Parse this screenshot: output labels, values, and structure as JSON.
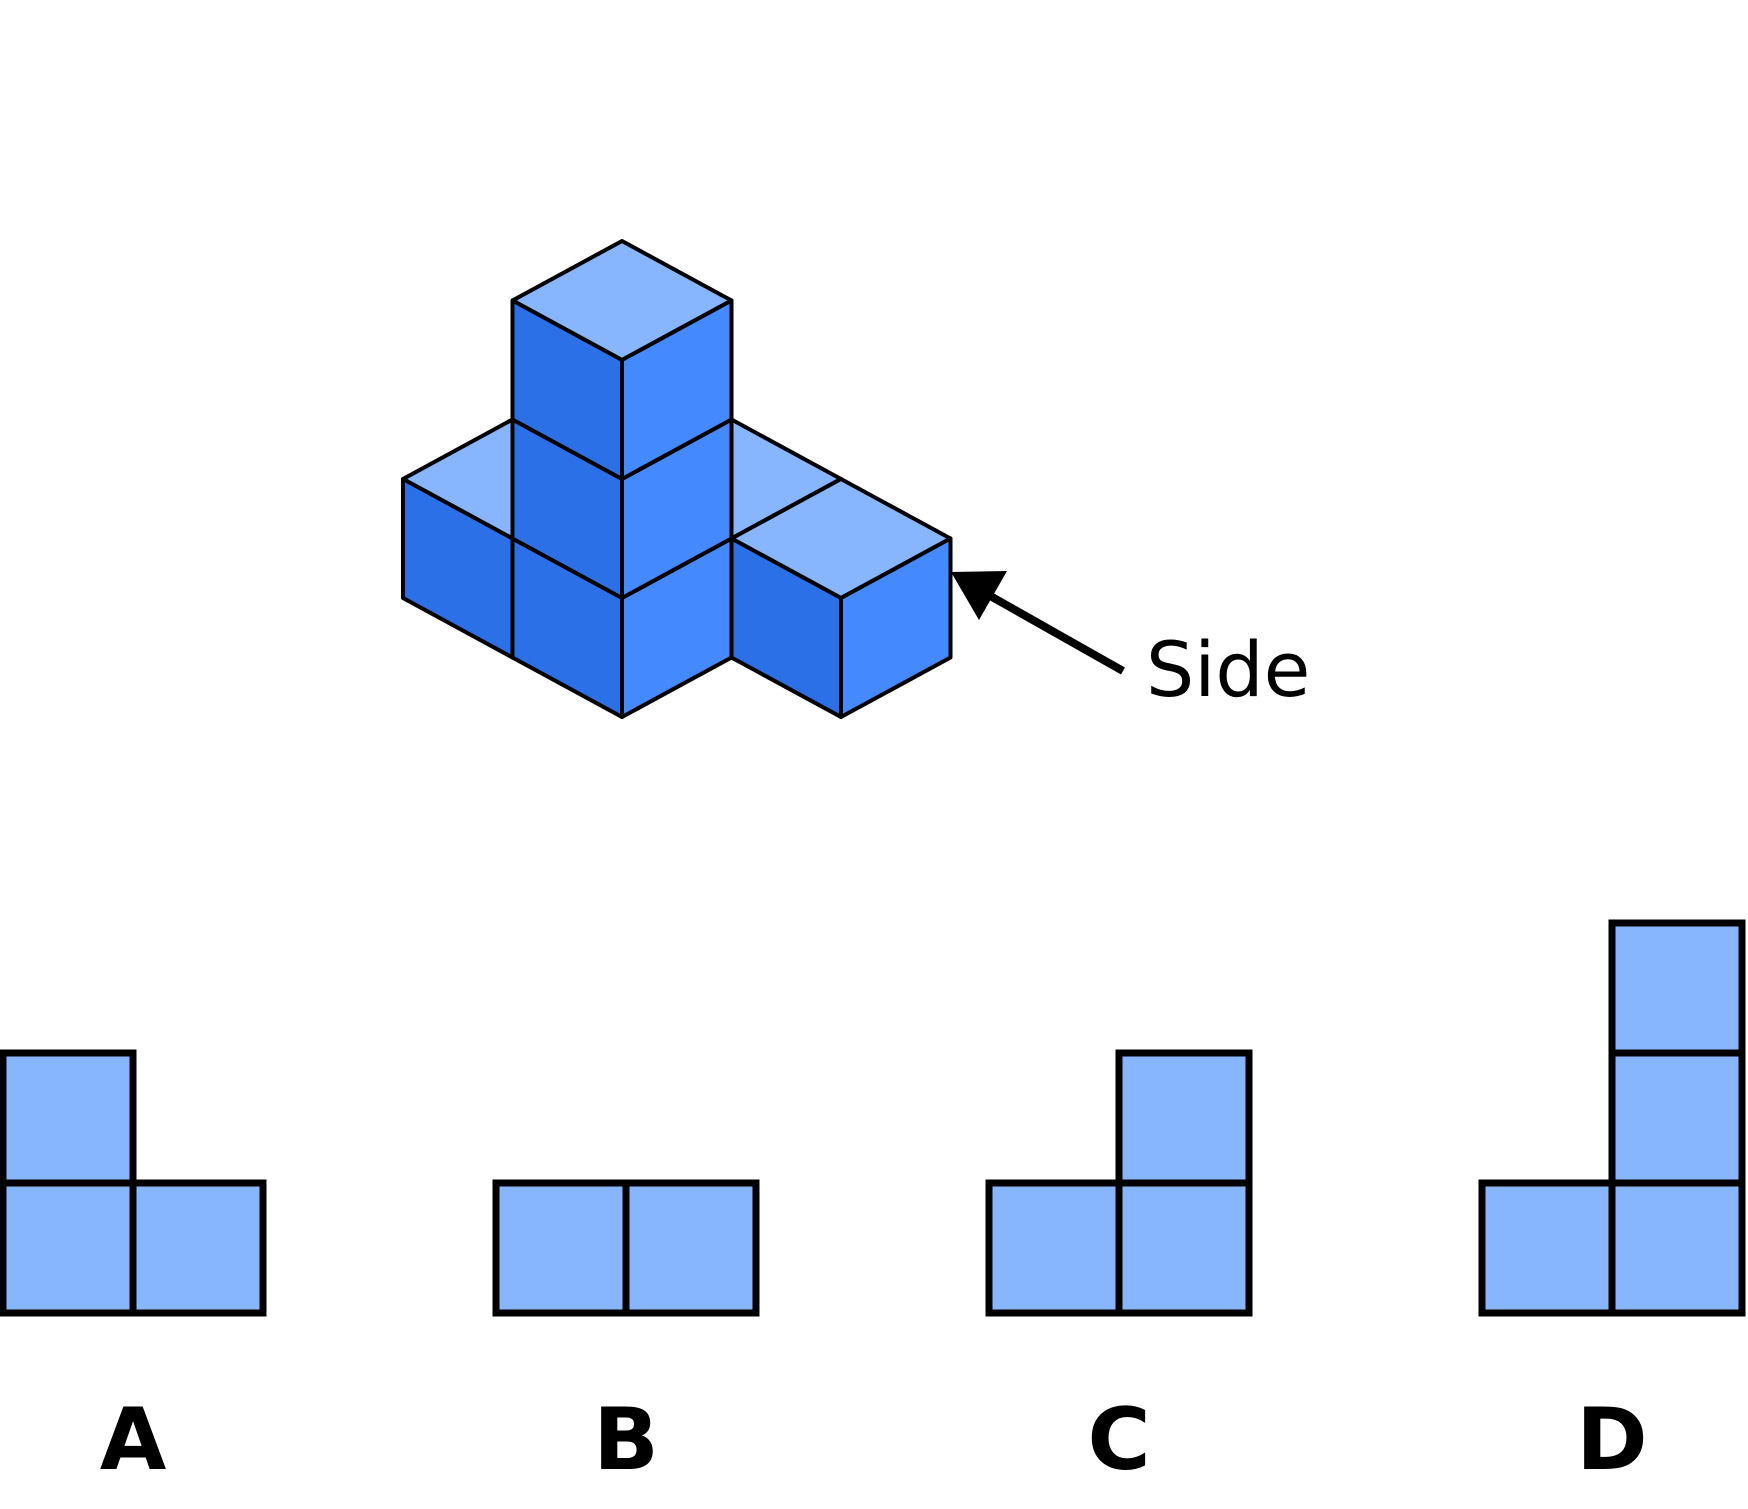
{
  "colors": {
    "top_face": "#87B6FE",
    "left_face": "#2B70E6",
    "right_face": "#4489FD",
    "square_fill": "#87B6FE",
    "stroke": "#000000",
    "text": "#000000"
  },
  "figure": {
    "cubes": [
      {
        "gx": 1,
        "gy": 1,
        "gz": 0
      },
      {
        "gx": 1,
        "gy": 1,
        "gz": 1
      },
      {
        "gx": 1,
        "gy": 1,
        "gz": 2
      },
      {
        "gx": 0,
        "gy": 1,
        "gz": 0
      },
      {
        "gx": 1,
        "gy": 0,
        "gz": 0
      },
      {
        "gx": 2,
        "gy": 0,
        "gz": 0
      }
    ],
    "side_label": "Side",
    "arrow_icon": "arrow-icon"
  },
  "options": [
    {
      "label": "A",
      "cells": [
        [
          0,
          0
        ],
        [
          1,
          0
        ],
        [
          0,
          1
        ]
      ]
    },
    {
      "label": "B",
      "cells": [
        [
          0,
          0
        ],
        [
          1,
          0
        ]
      ]
    },
    {
      "label": "C",
      "cells": [
        [
          0,
          0
        ],
        [
          1,
          0
        ],
        [
          1,
          1
        ]
      ]
    },
    {
      "label": "D",
      "cells": [
        [
          0,
          0
        ],
        [
          1,
          0
        ],
        [
          1,
          1
        ],
        [
          1,
          2
        ]
      ]
    }
  ]
}
